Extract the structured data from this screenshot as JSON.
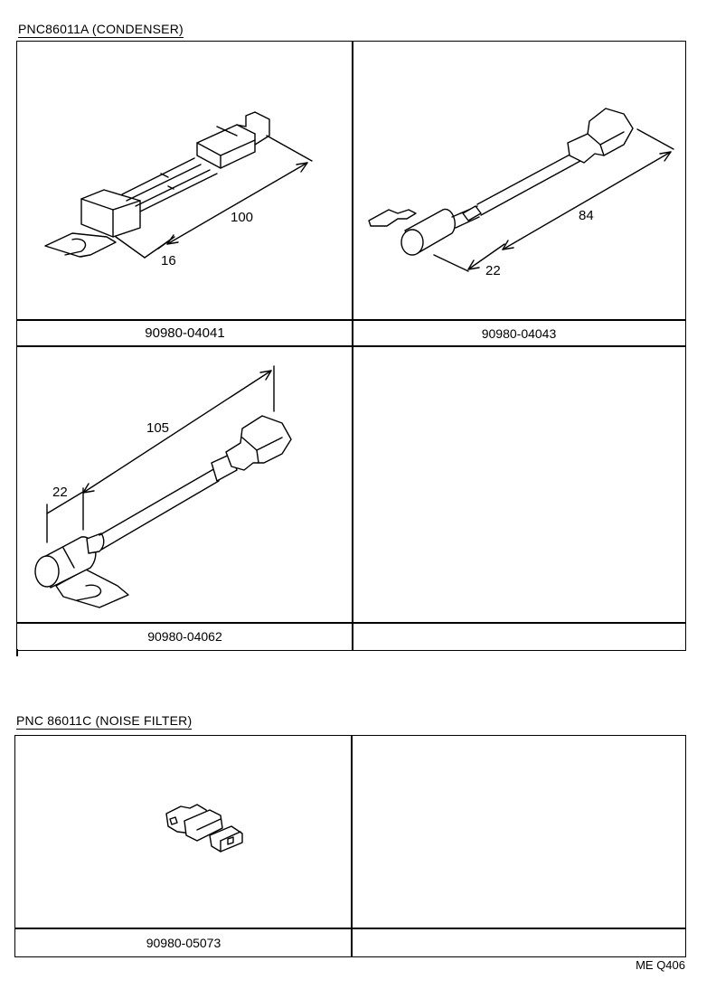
{
  "section1": {
    "heading": "PNC86011A  (CONDENSER)",
    "parts": [
      {
        "part_number": "90980-04041",
        "dims": [
          "100",
          "16"
        ]
      },
      {
        "part_number": "90980-04043",
        "dims": [
          "84",
          "22"
        ]
      },
      {
        "part_number": "90980-04062",
        "dims": [
          "105",
          "22"
        ]
      },
      {
        "part_number": ""
      }
    ]
  },
  "section2": {
    "heading": "PNC 86011C (NOISE FILTER)",
    "parts": [
      {
        "part_number": "90980-05073"
      },
      {
        "part_number": ""
      }
    ]
  },
  "footer": {
    "code": "ME Q406"
  }
}
